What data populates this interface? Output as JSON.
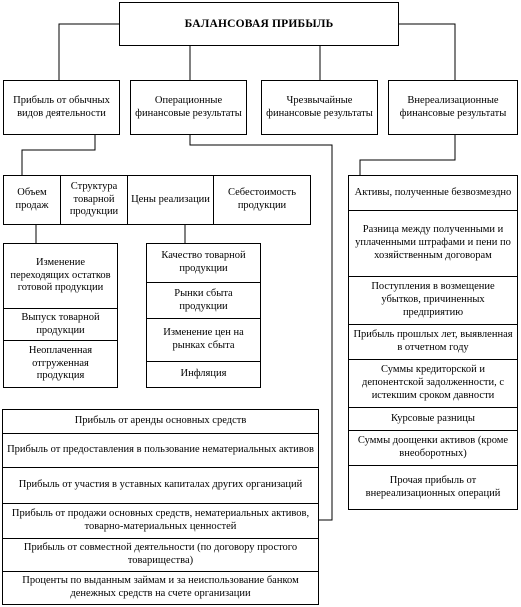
{
  "root": {
    "label": "БАЛАНСОВАЯ ПРИБЫЛЬ"
  },
  "categories": [
    {
      "label": "Прибыль от обычных видов деятельности"
    },
    {
      "label": "Операционные финансовые результаты"
    },
    {
      "label": "Чрезвычайные финансовые результаты"
    },
    {
      "label": "Внереализационные финансовые результаты"
    }
  ],
  "factors": [
    {
      "label": "Объем продаж"
    },
    {
      "label": "Структура товарной продукции"
    },
    {
      "label": "Цены реализации"
    },
    {
      "label": "Себестоимость продукции"
    }
  ],
  "volume_factors": [
    {
      "label": "Изменение переходящих остатков готовой продукции"
    },
    {
      "label": "Выпуск товарной продукции"
    },
    {
      "label": "Неоплаченная отгруженная продукция"
    }
  ],
  "price_factors": [
    {
      "label": "Качество товарной продукции"
    },
    {
      "label": "Рынки сбыта продукции"
    },
    {
      "label": "Изменение цен на рынках сбыта"
    },
    {
      "label": "Инфляция"
    }
  ],
  "operational_items": [
    {
      "label": "Прибыль от аренды основных средств"
    },
    {
      "label": "Прибыль от предоставления в пользование нематериальных активов"
    },
    {
      "label": "Прибыль от участия в уставных капиталах других организаций"
    },
    {
      "label": "Прибыль от продажи основных средств, нематериальных активов, товарно-материальных ценностей"
    },
    {
      "label": "Прибыль от совместной деятельности (по договору простого товарищества)"
    },
    {
      "label": "Проценты по выданным займам и за неиспользование банком денежных средств на счете организации"
    }
  ],
  "non_operating_items": [
    {
      "label": "Активы, полученные безвозмездно"
    },
    {
      "label": "Разница между полученными и уплаченными штрафами и пени по хозяйственным договорам"
    },
    {
      "label": "Поступления в возмещение убытков, причиненных предприятию"
    },
    {
      "label": "Прибыль прошлых лет, выявленная в отчетном году"
    },
    {
      "label": "Суммы кредиторской и депонентской задолженности, с истекшим сроком давности"
    },
    {
      "label": "Курсовые разницы"
    },
    {
      "label": "Суммы доощенки активов (кроме внеоборотных)"
    },
    {
      "label": "Прочая прибыль от внереализационных операций"
    }
  ]
}
